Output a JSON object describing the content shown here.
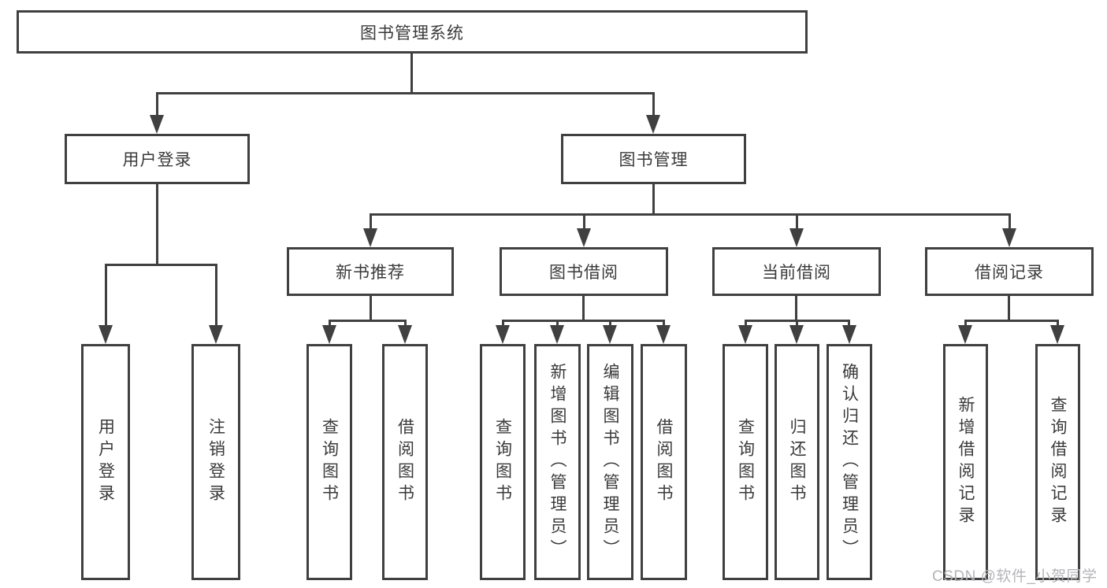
{
  "tree": {
    "label": "图书管理系统",
    "children": [
      {
        "label": "用户登录",
        "children": [
          {
            "label": "用户登录"
          },
          {
            "label": "注销登录"
          }
        ]
      },
      {
        "label": "图书管理",
        "children": [
          {
            "label": "新书推荐",
            "children": [
              {
                "label": "查询图书"
              },
              {
                "label": "借阅图书"
              }
            ]
          },
          {
            "label": "图书借阅",
            "children": [
              {
                "label": "查询图书"
              },
              {
                "label": "新增图书（管理员）"
              },
              {
                "label": "编辑图书（管理员）"
              },
              {
                "label": "借阅图书"
              }
            ]
          },
          {
            "label": "当前借阅",
            "children": [
              {
                "label": "查询图书"
              },
              {
                "label": "归还图书"
              },
              {
                "label": "确认归还（管理员）"
              }
            ]
          },
          {
            "label": "借阅记录",
            "children": [
              {
                "label": "新增借阅记录"
              },
              {
                "label": "查询借阅记录"
              }
            ]
          }
        ]
      }
    ]
  },
  "watermark": {
    "text": "CSDN @软件_小贺同学"
  },
  "colors": {
    "line": "#404040",
    "text": "#3a3a3a",
    "watermark": "#b5b5b9",
    "background": "#ffffff"
  }
}
